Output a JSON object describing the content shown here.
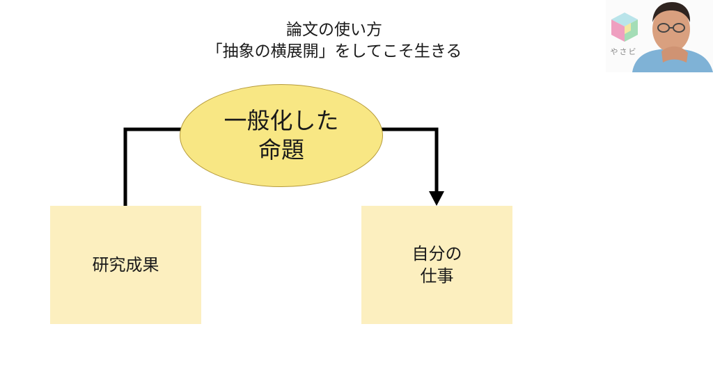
{
  "title": {
    "line1": "論文の使い方",
    "line2": "「抽象の横展開」をしてこそ生きる"
  },
  "diagram": {
    "center": {
      "line1": "一般化した",
      "line2": "命題"
    },
    "left": {
      "line1": "研究成果"
    },
    "right": {
      "line1": "自分の",
      "line2": "仕事"
    }
  },
  "presenter": {
    "logo_text": "やさビ"
  },
  "colors": {
    "ellipse_fill": "#f8e784",
    "ellipse_border": "#b59a3a",
    "box_fill": "#fcefbf",
    "arrow": "#000000",
    "logo_pink": "#ef9fc0",
    "logo_green": "#a4ddb6",
    "logo_teal": "#b9e4ea",
    "logo_yellow": "#f3e7a2"
  }
}
